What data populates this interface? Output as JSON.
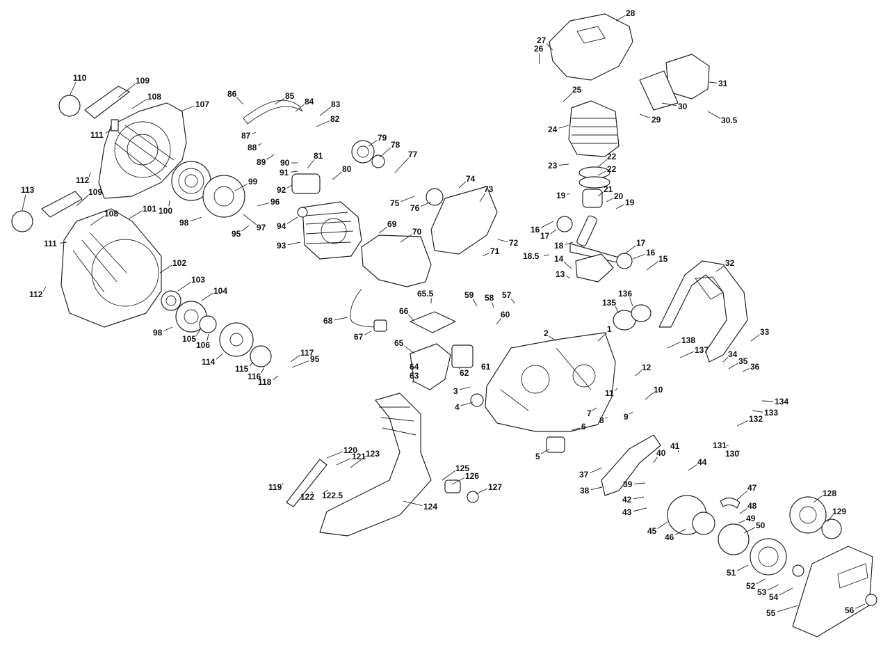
{
  "diagram": {
    "kind": "exploded-parts-diagram",
    "colors": {
      "line": "#222222",
      "fill": "#ffffff",
      "background": "#ffffff"
    },
    "callouts": [
      "1",
      "2",
      "3",
      "4",
      "5",
      "6",
      "7",
      "8",
      "9",
      "10",
      "11",
      "12",
      "13",
      "14",
      "15",
      "16",
      "16",
      "17",
      "17",
      "18",
      "18.5",
      "19",
      "19",
      "20",
      "21",
      "22",
      "22",
      "23",
      "24",
      "25",
      "26",
      "27",
      "28",
      "29",
      "30",
      "30.5",
      "31",
      "32",
      "33",
      "34",
      "35",
      "36",
      "37",
      "38",
      "39",
      "40",
      "41",
      "42",
      "43",
      "44",
      "45",
      "46",
      "47",
      "48",
      "49",
      "50",
      "51",
      "52",
      "53",
      "54",
      "55",
      "56",
      "57",
      "58",
      "59",
      "60",
      "61",
      "62",
      "63",
      "64",
      "65",
      "65.5",
      "66",
      "67",
      "68",
      "69",
      "70",
      "71",
      "72",
      "73",
      "74",
      "75",
      "76",
      "77",
      "78",
      "79",
      "80",
      "81",
      "82",
      "83",
      "84",
      "85",
      "86",
      "87",
      "88",
      "89",
      "90",
      "91",
      "92",
      "93",
      "94",
      "95",
      "95",
      "96",
      "97",
      "98",
      "98",
      "99",
      "100",
      "101",
      "102",
      "103",
      "104",
      "105",
      "106",
      "107",
      "108",
      "108",
      "109",
      "109",
      "110",
      "111",
      "111",
      "112",
      "112",
      "113",
      "114",
      "115",
      "116",
      "117",
      "118",
      "119",
      "120",
      "121",
      "122",
      "122.5",
      "123",
      "124",
      "125",
      "126",
      "127",
      "128",
      "129",
      "130",
      "131",
      "132",
      "133",
      "134",
      "135",
      "136",
      "137",
      "138"
    ]
  }
}
